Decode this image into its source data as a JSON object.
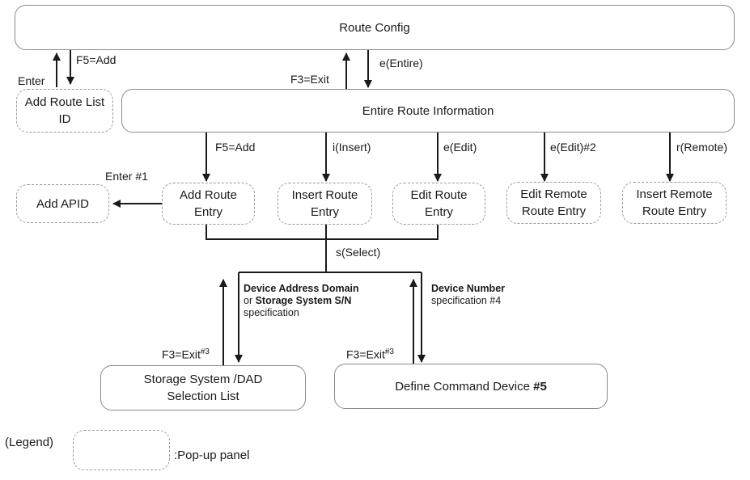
{
  "boxes": {
    "route_config": "Route Config",
    "add_route_list_id_line1": "Add Route List",
    "add_route_list_id_line2": "ID",
    "entire_route_info": "Entire Route Information",
    "add_apid": "Add APID",
    "add_route_entry_line1": "Add Route",
    "add_route_entry_line2": "Entry",
    "insert_route_entry_line1": "Insert Route",
    "insert_route_entry_line2": "Entry",
    "edit_route_entry_line1": "Edit Route",
    "edit_route_entry_line2": "Entry",
    "edit_remote_route_entry_line1": "Edit Remote",
    "edit_remote_route_entry_line2": "Route Entry",
    "insert_remote_route_entry_line1": "Insert Remote",
    "insert_remote_route_entry_line2": "Route Entry",
    "storage_dad_list_line1": "Storage System /DAD",
    "storage_dad_list_line2": "Selection List",
    "define_cmd_device": "Define Command Device ",
    "define_cmd_device_num": "#5"
  },
  "labels": {
    "f5_add_top": "F5=Add",
    "enter_left": "Enter",
    "f3_exit_top": "F3=Exit",
    "e_entire": "e(Entire)",
    "f5_add_mid": "F5=Add",
    "i_insert": "i(Insert)",
    "e_edit": "e(Edit)",
    "e_edit_2": "e(Edit)#2",
    "r_remote": "r(Remote)",
    "enter_1": "Enter #1",
    "s_select": "s(Select)",
    "dad_spec_bold1": "Device Address Domain",
    "dad_spec_or": "or ",
    "dad_spec_bold2": "Storage System S/N",
    "dad_spec_tail": "specification",
    "devnum_bold": "Device Number",
    "devnum_tail": "specification #4",
    "f3_exit_left": "F3=Exit",
    "f3_exit_left_sup": "#3",
    "f3_exit_right": "F3=Exit",
    "f3_exit_right_sup": "#3"
  },
  "legend": {
    "title": "(Legend)",
    "desc": ":Pop-up panel"
  }
}
